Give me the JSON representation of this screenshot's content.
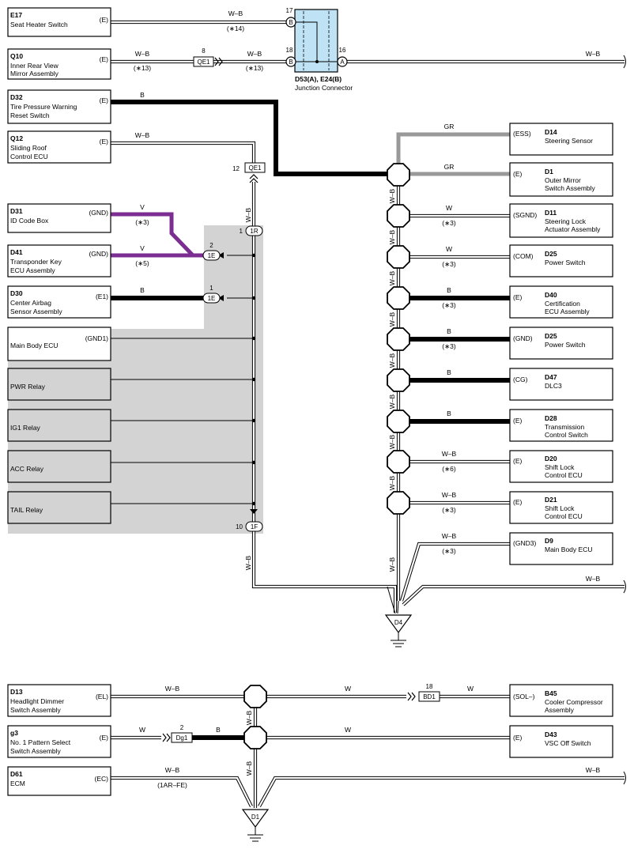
{
  "components": {
    "e17": {
      "code": "E17",
      "name1": "Seat Heater Switch",
      "name2": "",
      "pin": "(E)"
    },
    "q10": {
      "code": "Q10",
      "name1": "Inner Rear View",
      "name2": "Mirror Assembly",
      "pin": "(E)"
    },
    "d32": {
      "code": "D32",
      "name1": "Tire Pressure Warning",
      "name2": "Reset Switch",
      "pin": "(E)"
    },
    "q12": {
      "code": "Q12",
      "name1": "Sliding Roof",
      "name2": "Control ECU",
      "pin": "(E)"
    },
    "d31": {
      "code": "D31",
      "name1": "ID Code Box",
      "name2": "",
      "pin": "(GND)"
    },
    "d41": {
      "code": "D41",
      "name1": "Transponder Key",
      "name2": "ECU Assembly",
      "pin": "(GND)"
    },
    "d30": {
      "code": "D30",
      "name1": "Center Airbag",
      "name2": "Sensor Assembly",
      "pin": "(E1)"
    },
    "mbecu": {
      "name": "Main Body ECU",
      "pin": "(GND1)"
    },
    "relays": [
      "PWR Relay",
      "IG1 Relay",
      "ACC Relay",
      "TAIL Relay"
    ],
    "d14": {
      "code": "D14",
      "name1": "Steering Sensor",
      "name2": "",
      "name3": "",
      "pin": "(ESS)"
    },
    "d1": {
      "code": "D1",
      "name1": "Outer Mirror",
      "name2": "Switch Assembly",
      "name3": "",
      "pin": "(E)"
    },
    "d11": {
      "code": "D11",
      "name1": "Steering Lock",
      "name2": "Actuator Assembly",
      "name3": "",
      "pin": "(SGND)"
    },
    "d25a": {
      "code": "D25",
      "name1": "Power Switch",
      "name2": "",
      "name3": "",
      "pin": "(COM)"
    },
    "d40": {
      "code": "D40",
      "name1": "Certification",
      "name2": "ECU Assembly",
      "name3": "",
      "pin": "(E)"
    },
    "d25b": {
      "code": "D25",
      "name1": "Power Switch",
      "name2": "",
      "name3": "",
      "pin": "(GND)"
    },
    "d47": {
      "code": "D47",
      "name1": "DLC3",
      "name2": "",
      "name3": "",
      "pin": "(CG)"
    },
    "d28": {
      "code": "D28",
      "name1": "Transmission",
      "name2": "Control Switch",
      "name3": "",
      "pin": "(E)"
    },
    "d20": {
      "code": "D20",
      "name1": "Shift Lock",
      "name2": "Control ECU",
      "name3": "",
      "pin": "(E)"
    },
    "d21": {
      "code": "D21",
      "name1": "Shift Lock",
      "name2": "Control ECU",
      "name3": "",
      "pin": "(E)"
    },
    "d9": {
      "code": "D9",
      "name1": "Main Body ECU",
      "name2": "",
      "name3": "",
      "pin": "(GND3)"
    },
    "d13": {
      "code": "D13",
      "name1": "Headlight Dimmer",
      "name2": "Switch Assembly",
      "pin": "(EL)"
    },
    "g3": {
      "code": "g3",
      "name1": "No. 1 Pattern Select",
      "name2": "Switch Assembly",
      "pin": "(E)"
    },
    "d61": {
      "code": "D61",
      "name1": "ECM",
      "name2": "",
      "pin": "(EC)"
    },
    "b45": {
      "code": "B45",
      "name1": "Cooler Compressor",
      "name2": "Assembly",
      "pin": "(SOL–)"
    },
    "d43": {
      "code": "D43",
      "name1": "VSC Off Switch",
      "name2": "",
      "pin": "(E)"
    }
  },
  "junction": {
    "title": "D53(A), E24(B)",
    "subtitle": "Junction Connector",
    "pin_b17": "17",
    "pin_b18": "18",
    "pin_a16": "16",
    "label_b": "B",
    "label_a": "A"
  },
  "connectors": {
    "qe1_top": {
      "label": "QE1",
      "num": "8"
    },
    "qe1_mid": {
      "label": "QE1",
      "num": "12"
    },
    "j1r": {
      "label": "1R",
      "num": "1"
    },
    "j1e_a": {
      "label": "1E",
      "num": "2"
    },
    "j1e_b": {
      "label": "1E",
      "num": "1"
    },
    "j1f": {
      "label": "1F",
      "num": "10"
    },
    "bd1": {
      "label": "BD1",
      "num": "18"
    },
    "dg1": {
      "label": "Dg1",
      "num": "2"
    }
  },
  "grounds": {
    "d4": "D4",
    "d1": "D1"
  },
  "wires": {
    "wb": "W–B",
    "b": "B",
    "v": "V",
    "gr": "GR",
    "w": "W",
    "note14": "(∗14)",
    "note13": "(∗13)",
    "note3": "(∗3)",
    "note5": "(∗5)",
    "note6": "(∗6)",
    "note_1ar": "(1AR–FE)"
  },
  "colors": {
    "violet": "#7b2d91",
    "gray": "#999999",
    "blue": "#bfe3f5",
    "shade": "#d3d3d4"
  }
}
